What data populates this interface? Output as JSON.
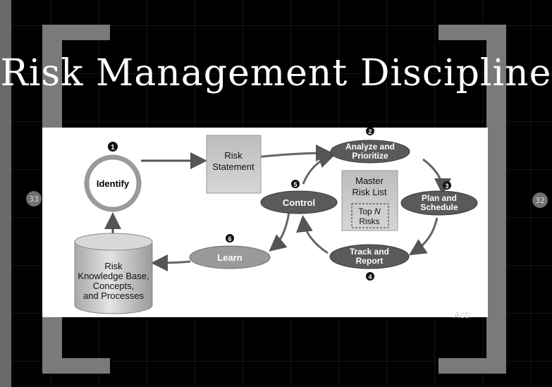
{
  "slide": {
    "title": "Risk Management Discipline",
    "nav_prev_number": "33",
    "nav_next_number": "32",
    "watermark": "Acti"
  },
  "diagram": {
    "identify": {
      "label": "Identify",
      "step": "1"
    },
    "risk_statement": {
      "line1": "Risk",
      "line2": "Statement"
    },
    "analyze": {
      "line1": "Analyze and",
      "line2": "Prioritize",
      "step": "2"
    },
    "plan": {
      "line1": "Plan and",
      "line2": "Schedule",
      "step": "3"
    },
    "track": {
      "line1": "Track and",
      "line2": "Report",
      "step": "4"
    },
    "control": {
      "label": "Control",
      "step": "5"
    },
    "learn": {
      "label": "Learn",
      "step": "6"
    },
    "master_list": {
      "line1": "Master",
      "line2": "Risk List",
      "top_n_prefix": "Top ",
      "top_n_var": "N",
      "top_n_line2": "Risks"
    },
    "knowledge_base": {
      "line1": "Risk",
      "line2": "Knowledge Base,",
      "line3": "Concepts,",
      "line4": "and Processes"
    }
  },
  "colors": {
    "background": "#000000",
    "bracket": "#7a7a7a",
    "oval_fill": "#5a5a5a",
    "learn_fill": "#9a9a9a",
    "box_fill": "#c8c8c8"
  }
}
